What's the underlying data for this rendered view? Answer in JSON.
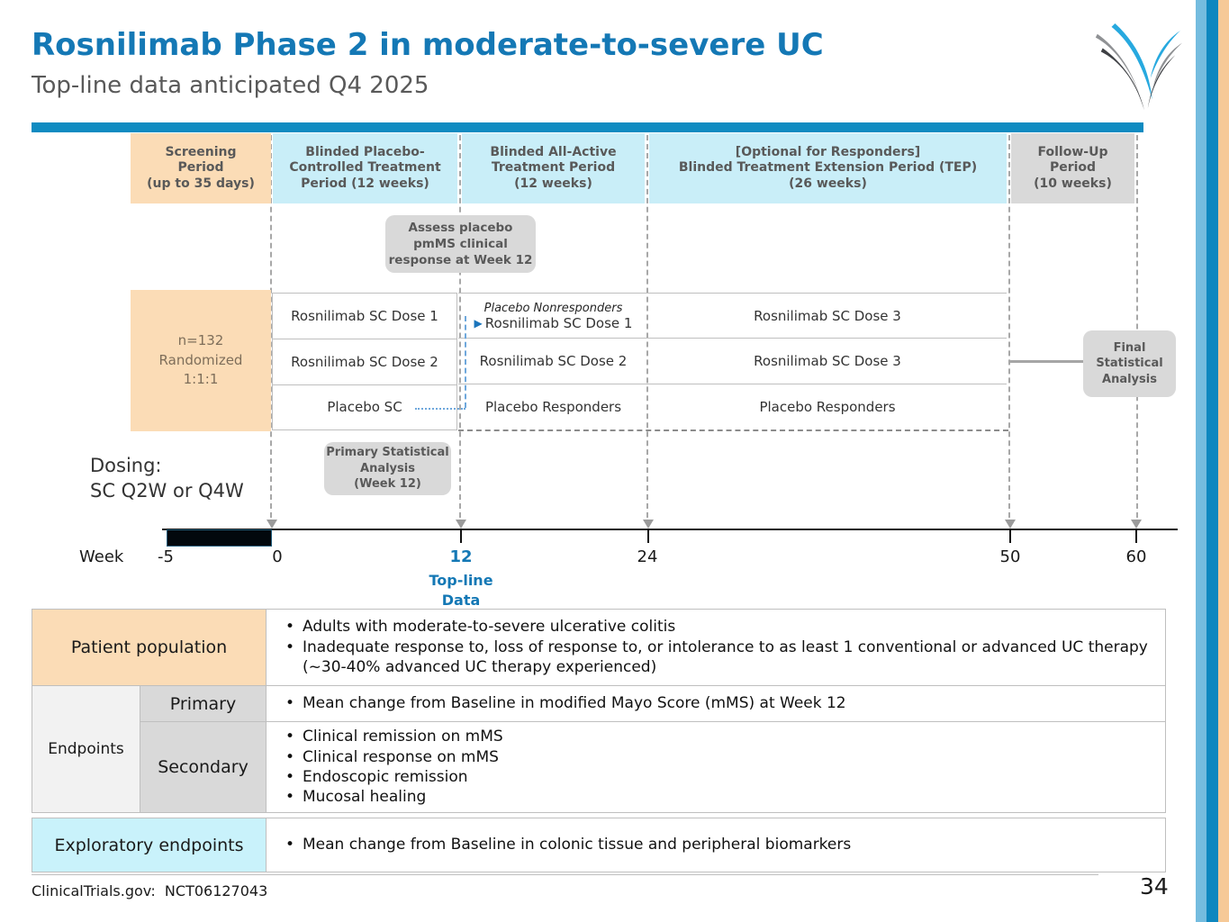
{
  "slide": {
    "title": "Rosnilimab Phase 2 in moderate-to-severe UC",
    "subtitle": "Top-line data anticipated Q4 2025",
    "page_number": "34",
    "footer_registry": "ClinicalTrials.gov:",
    "footer_id": "NCT06127043"
  },
  "colors": {
    "accent_blue": "#1478B5",
    "bar_blue": "#0E8BC1",
    "period_blue_fill": "#C9EEF8",
    "orange_fill": "#FBDCB6",
    "gray_fill": "#D9D9D9",
    "exploratory_fill": "#C9F2FB",
    "stripe_light_blue": "#74BCDF",
    "stripe_dark_blue": "#0E87BF",
    "stripe_orange": "#F6C997"
  },
  "periods": [
    {
      "label": "Screening\nPeriod\n(up to 35 days)"
    },
    {
      "label": "Blinded Placebo-\nControlled Treatment\nPeriod (12 weeks)"
    },
    {
      "label": "Blinded All-Active\nTreatment Period\n(12 weeks)"
    },
    {
      "label": "[Optional for Responders]\nBlinded Treatment Extension Period (TEP)\n(26 weeks)"
    },
    {
      "label": "Follow-Up\nPeriod\n(10 weeks)"
    }
  ],
  "diagram": {
    "assess_note": "Assess placebo\npmMS clinical\nresponse at Week 12",
    "randomization": "n=132\nRandomized\n1:1:1",
    "arms_period1": [
      "Rosnilimab SC Dose 1",
      "Rosnilimab SC Dose 2",
      "Placebo SC"
    ],
    "nonresponders_label": "Placebo Nonresponders",
    "arrow_glyph": "▶",
    "arms_period2": [
      "Rosnilimab SC Dose 1",
      "Rosnilimab SC Dose 2",
      "Placebo Responders"
    ],
    "arms_period3": [
      "Rosnilimab SC Dose 3",
      "Rosnilimab SC Dose 3",
      "Placebo Responders"
    ],
    "primary_analysis": "Primary Statistical\nAnalysis\n(Week 12)",
    "final_analysis": "Final\nStatistical\nAnalysis",
    "dosing": "Dosing:\nSC Q2W or Q4W",
    "timeline": {
      "axis_label": "Week",
      "ticks": [
        "-5",
        "0",
        "12",
        "24",
        "50",
        "60"
      ],
      "topline_label": "Top-line\nData"
    }
  },
  "table": {
    "patient_population": {
      "label": "Patient population",
      "bullets": [
        "Adults with moderate-to-severe ulcerative colitis",
        "Inadequate response to, loss of response to, or intolerance to as least 1 conventional or advanced UC therapy (~30-40% advanced UC therapy experienced)"
      ]
    },
    "endpoints": {
      "label": "Endpoints",
      "primary": {
        "label": "Primary",
        "bullets": [
          "Mean change from Baseline in modified Mayo Score (mMS) at Week 12"
        ]
      },
      "secondary": {
        "label": "Secondary",
        "bullets": [
          "Clinical remission on mMS",
          "Clinical response on mMS",
          "Endoscopic remission",
          "Mucosal healing"
        ]
      }
    },
    "exploratory": {
      "label": "Exploratory endpoints",
      "bullets": [
        "Mean change from Baseline in colonic tissue and peripheral biomarkers"
      ]
    }
  }
}
